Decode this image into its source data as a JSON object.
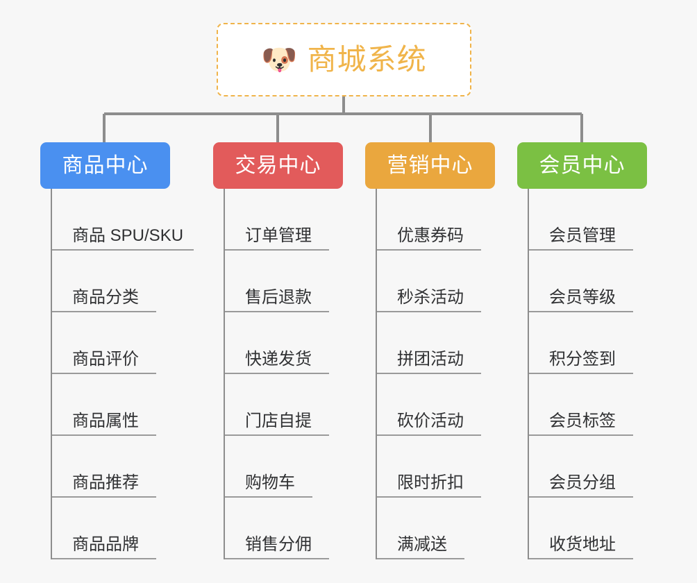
{
  "page": {
    "background_color": "#f7f7f7",
    "title": "商城系统功能架构图"
  },
  "root": {
    "icon": "shiba-dog-face-icon",
    "icon_glyph": "🐶",
    "label": "商城系统",
    "text_color": "#f0b44a",
    "border_color": "#f0b44a",
    "background_color": "#ffffff"
  },
  "connector_color": "#8d8d8d",
  "branches": [
    {
      "id": "product-center",
      "label": "商品中心",
      "color": "#4a90f0",
      "text_color": "#ffffff",
      "items": [
        {
          "label": "商品 SPU/SKU",
          "rule_width": 204
        },
        {
          "label": "商品分类",
          "rule_width": 150
        },
        {
          "label": "商品评价",
          "rule_width": 150
        },
        {
          "label": "商品属性",
          "rule_width": 150
        },
        {
          "label": "商品推荐",
          "rule_width": 150
        },
        {
          "label": "商品品牌",
          "rule_width": 150
        }
      ]
    },
    {
      "id": "trade-center",
      "label": "交易中心",
      "color": "#e25b5b",
      "text_color": "#ffffff",
      "items": [
        {
          "label": "订单管理",
          "rule_width": 150
        },
        {
          "label": "售后退款",
          "rule_width": 150
        },
        {
          "label": "快递发货",
          "rule_width": 150
        },
        {
          "label": "门店自提",
          "rule_width": 150
        },
        {
          "label": "购物车",
          "rule_width": 126
        },
        {
          "label": "销售分佣",
          "rule_width": 150
        }
      ]
    },
    {
      "id": "marketing-center",
      "label": "营销中心",
      "color": "#eaa73e",
      "text_color": "#ffffff",
      "items": [
        {
          "label": "优惠券码",
          "rule_width": 150
        },
        {
          "label": "秒杀活动",
          "rule_width": 150
        },
        {
          "label": "拼团活动",
          "rule_width": 150
        },
        {
          "label": "砍价活动",
          "rule_width": 150
        },
        {
          "label": "限时折扣",
          "rule_width": 150
        },
        {
          "label": "满减送",
          "rule_width": 126
        }
      ]
    },
    {
      "id": "member-center",
      "label": "会员中心",
      "color": "#7bc043",
      "text_color": "#ffffff",
      "items": [
        {
          "label": "会员管理",
          "rule_width": 150
        },
        {
          "label": "会员等级",
          "rule_width": 150
        },
        {
          "label": "积分签到",
          "rule_width": 150
        },
        {
          "label": "会员标签",
          "rule_width": 150
        },
        {
          "label": "会员分组",
          "rule_width": 150
        },
        {
          "label": "收货地址",
          "rule_width": 150
        }
      ]
    }
  ]
}
